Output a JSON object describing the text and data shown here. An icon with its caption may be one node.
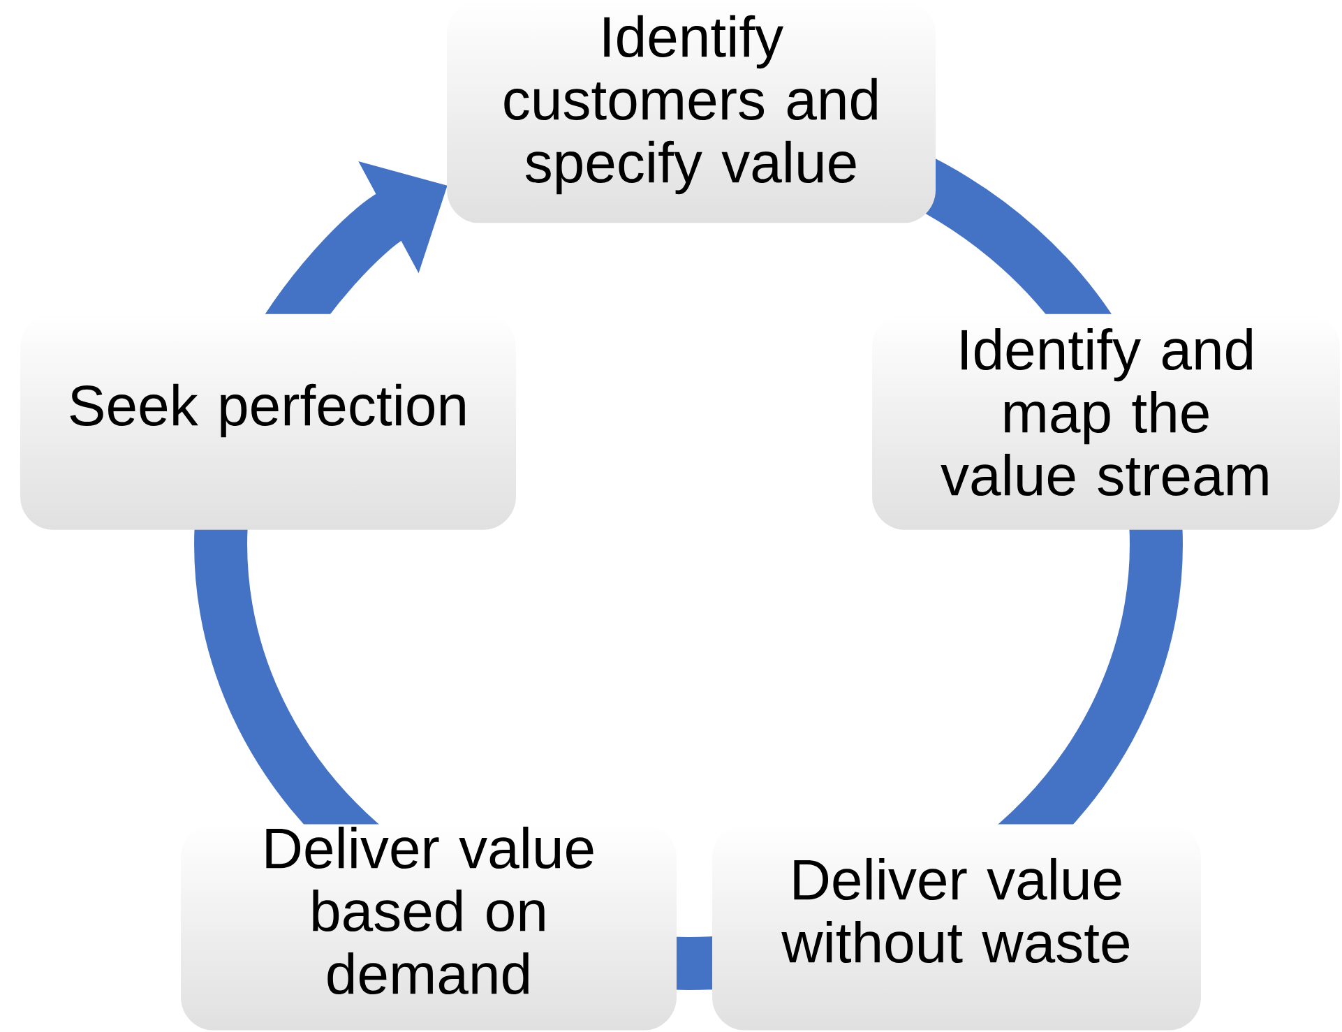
{
  "diagram": {
    "nodes": [
      {
        "text": [
          "Identify customers and specify value"
        ]
      },
      {
        "text": [
          "Identify and map the value stream"
        ]
      },
      {
        "text": [
          "Deliver value without waste"
        ]
      },
      {
        "text": [
          "Deliver value based on demand"
        ]
      },
      {
        "text": [
          "Seek perfection"
        ]
      }
    ],
    "edges": [
      {
        "from": 0,
        "to": 1,
        "arrow": "none"
      },
      {
        "from": 1,
        "to": 2,
        "arrow": "none"
      },
      {
        "from": 2,
        "to": 3,
        "arrow": "none"
      },
      {
        "from": 3,
        "to": 4,
        "arrow": "none"
      },
      {
        "from": 4,
        "to": 0,
        "arrow": "to"
      }
    ]
  }
}
